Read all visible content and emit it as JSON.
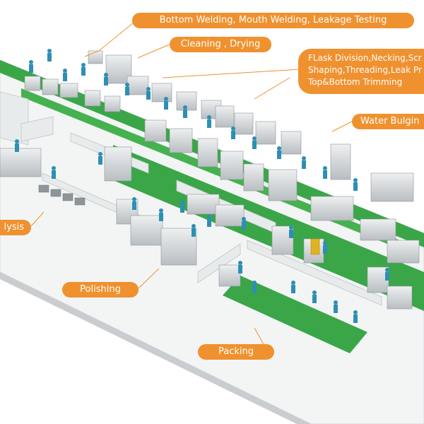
{
  "labels": {
    "bottom_welding": "Bottom Welding, Mouth Welding, Leakage Testing",
    "cleaning_drying": "Cleaning , Drying",
    "flask_division": {
      "line1": "FLask Division,Necking,Scr",
      "line2": "Shaping,Threading,Leak Pr",
      "line3": "Top&Bottom Trimming"
    },
    "water_bulging": "Water Bulgin",
    "analysis": "lysis",
    "polishing": "Polishing",
    "packing": "Packing"
  },
  "colors": {
    "label_bg": "#f0912f",
    "leader_line": "#f0912f",
    "floor_green": "#3aa648",
    "floor_white": "#f4f6f6",
    "worker": "#2d8fb4",
    "machine": "#d9dcde"
  }
}
